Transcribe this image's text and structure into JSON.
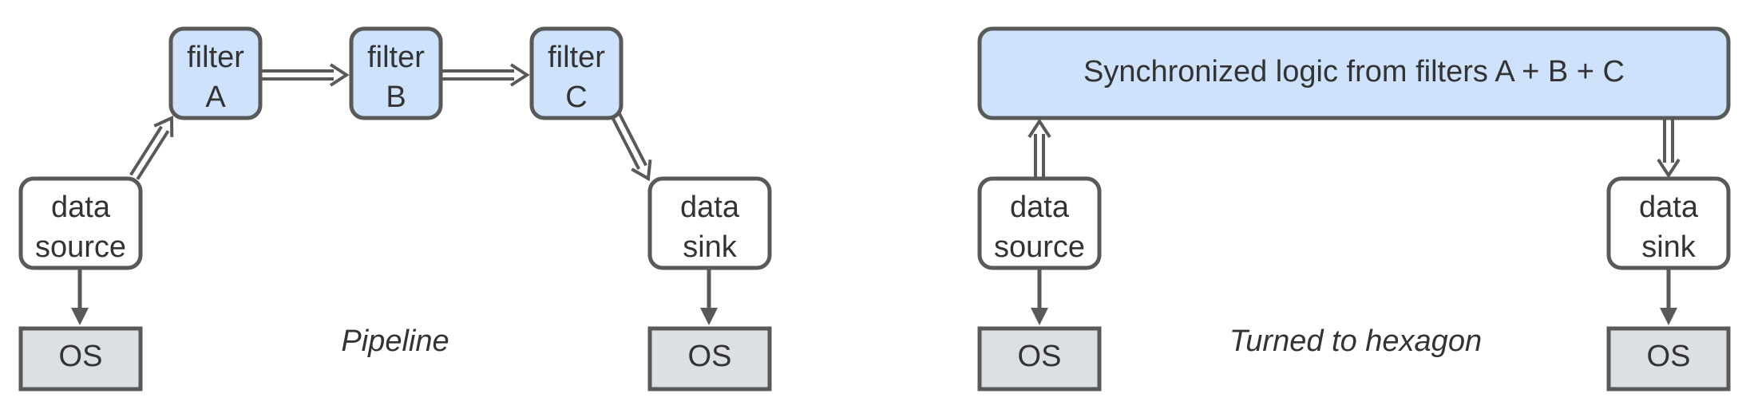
{
  "colors": {
    "stroke": "#595959",
    "filter_fill": "#cfe2fb",
    "os_fill": "#dcdfe3",
    "plain_fill": "#ffffff",
    "text": "#333333"
  },
  "pipeline": {
    "caption": "Pipeline",
    "data_source": {
      "line1": "data",
      "line2": "source"
    },
    "filter_a": {
      "line1": "filter",
      "line2": "A"
    },
    "filter_b": {
      "line1": "filter",
      "line2": "B"
    },
    "filter_c": {
      "line1": "filter",
      "line2": "C"
    },
    "data_sink": {
      "line1": "data",
      "line2": "sink"
    },
    "os_left": "OS",
    "os_right": "OS"
  },
  "hexagon": {
    "caption": "Turned to hexagon",
    "synchronized_logic": "Synchronized logic from filters A + B + C",
    "data_source": {
      "line1": "data",
      "line2": "source"
    },
    "data_sink": {
      "line1": "data",
      "line2": "sink"
    },
    "os_left": "OS",
    "os_right": "OS"
  }
}
